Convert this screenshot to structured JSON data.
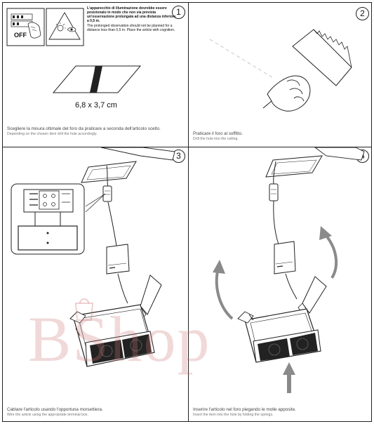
{
  "panels": [
    {
      "number": "1",
      "warning_it": "L'apparecchio di illuminazione dovrebbe essere posizionato in modo che non sia prevista un'osservazione prolungata ad una distanza inferiore a 0,5 m.",
      "warning_en": "The prolonged observation should not be planned for a distance less than 0,5 m. Place the article with cognition.",
      "switch_label": "OFF",
      "dimension": "6,8 x 3,7 cm",
      "caption_it": "Scegliere la misura ottimale del foro da praticare a seconda dell'articolo scelto.",
      "caption_en": "Depending on the chosen item drill the hole accordingly."
    },
    {
      "number": "2",
      "caption_it": "Praticare il foro al soffitto.",
      "caption_en": "Drill the hole into the ceiling."
    },
    {
      "number": "3",
      "caption_it": "Cablare l'articolo usando l'opportuna morsettiera.",
      "caption_en": "Wire the article using the appropriate terminal box."
    },
    {
      "number": "4",
      "caption_it": "Inserire l'articolo nel foro piegando le molle apposite.",
      "caption_en": "Insert the item into the hole by folding the springs."
    }
  ],
  "watermark": "BShop",
  "colors": {
    "line": "#222222",
    "arrow": "#8a8a8a",
    "watermark": "#ce7878"
  }
}
